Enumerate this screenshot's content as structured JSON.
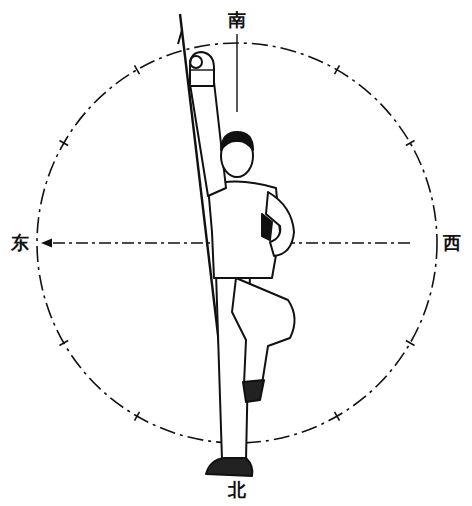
{
  "diagram": {
    "labels": [
      "南",
      "东",
      "西",
      "北"
    ]
  }
}
